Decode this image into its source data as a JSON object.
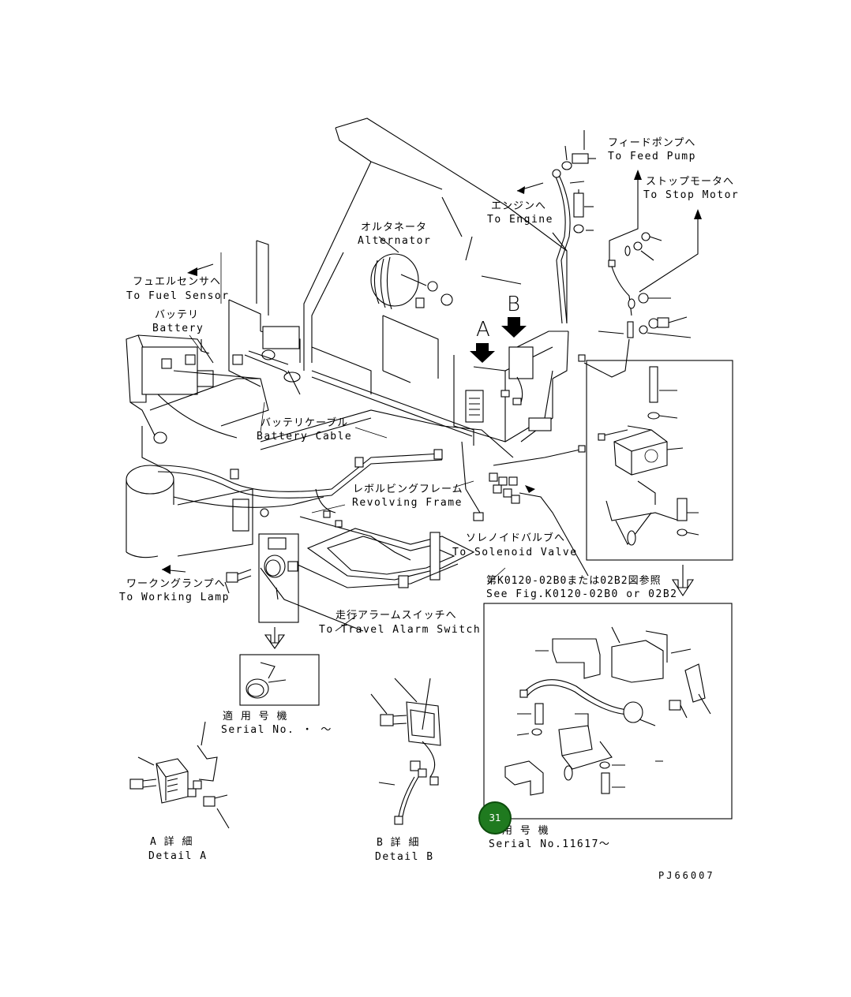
{
  "labels": {
    "feed_pump_jp": "フィードポンプへ",
    "feed_pump_en": "To Feed Pump",
    "stop_motor_jp": "ストップモータへ",
    "stop_motor_en": "To Stop Motor",
    "engine_jp": "エンジンへ",
    "engine_en": "To Engine",
    "alternator_jp": "オルタネータ",
    "alternator_en": "Alternator",
    "fuel_sensor_jp": "フュエルセンサヘ",
    "fuel_sensor_en": "To Fuel Sensor",
    "battery_jp": "バッテリ",
    "battery_en": "Battery",
    "battery_cable_jp": "バッテリケーブル",
    "battery_cable_en": "Battery Cable",
    "revolving_frame_jp": "レボルビングフレーム",
    "revolving_frame_en": "Revolving Frame",
    "solenoid_valve_jp": "ソレノイドバルブへ",
    "solenoid_valve_en": "To Solenoid Valve",
    "working_lamp_jp": "ワークングランプへ",
    "working_lamp_en": "To Working Lamp",
    "travel_alarm_jp": "走行アラームスイッチへ",
    "travel_alarm_en": "To Travel Alarm Switch",
    "see_fig_jp": "第K0120-02B0または02B2図参照",
    "see_fig_en": "See Fig.K0120-02B0 or 02B2",
    "serial_jp_1": "適 用 号 機",
    "serial_en_1": "Serial No.   ・  ～",
    "serial_jp_2": "用 号 機",
    "serial_en_2": "Serial No.11617～",
    "detail_a_jp": "A 詳 細",
    "detail_a_en": "Detail A",
    "detail_b_jp": "B 詳 細",
    "detail_b_en": "Detail B",
    "marker_a": "A",
    "marker_b": "B",
    "drawing_no": "PJ66007"
  },
  "callout": {
    "number": "31",
    "color": "#1f7a1f"
  }
}
